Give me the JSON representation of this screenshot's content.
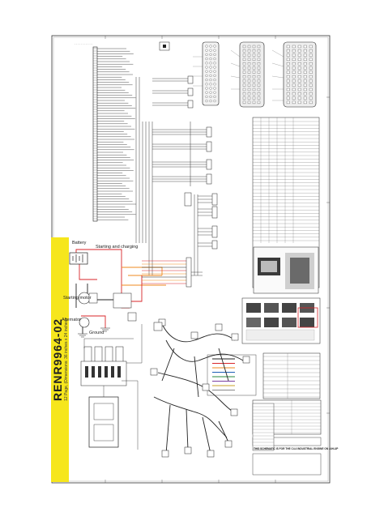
{
  "document": {
    "number": "RENR9964-02",
    "subtitle": "12 Page, (Dimensions: 36 inches x 24 inches)"
  },
  "labels": {
    "battery": "Battery",
    "starting_charging": "Starting and charging",
    "starting_motor": "Starting motor",
    "alternator": "Alternator",
    "ground": "Ground",
    "note": "THIS SCHEMATIC IS FOR THE C4.4 INDUSTRIAL ENGINE ON 44H-UP"
  },
  "colors": {
    "banner": "#f6e61c",
    "wire_red": "#d8262a",
    "wire_orange": "#ef8a1f",
    "line": "#1c1c1c",
    "frame": "#333333"
  }
}
